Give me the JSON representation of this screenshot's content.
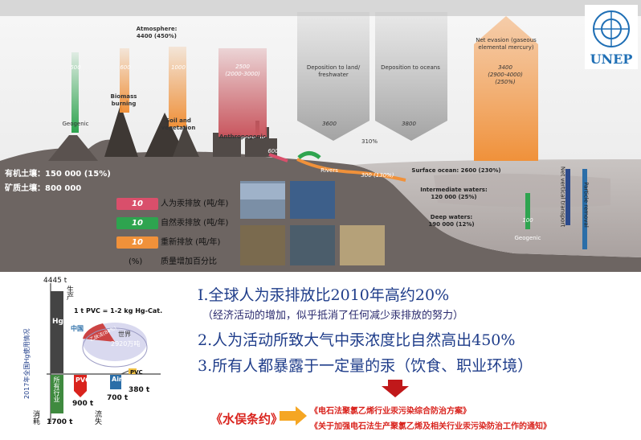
{
  "cycle": {
    "atmosphere": {
      "title": "Atmosphere:",
      "value": "4400 (450%)"
    },
    "emissions": [
      {
        "label": "Geogenic",
        "value": "500",
        "color": "#2ea44f"
      },
      {
        "label": "Biomass burning",
        "value": "600",
        "color": "#f0913a"
      },
      {
        "label": "Soil and vegetation",
        "value": "1000",
        "color": "#f0913a"
      },
      {
        "label": "Anthropogenic",
        "value": "2500",
        "range": "(2000-3000)",
        "color": "#c9565e"
      }
    ],
    "deposition_land": {
      "label": "Deposition to land/ freshwater",
      "value": "3600"
    },
    "deposition_ocean": {
      "label": "Deposition to oceans",
      "value": "3800"
    },
    "deposition_pct": "310%",
    "net_evasion": {
      "label": "Net evasion (gaseous elemental mercury)",
      "value": "3400",
      "range": "(2900-4000)",
      "pct": "(250%)"
    },
    "anthro_to_land": "600",
    "rivers": {
      "label": "Rivers",
      "value": "300 (130%)"
    },
    "surface_ocean": "Surface ocean: 2600 (230%)",
    "intermediate": {
      "title": "Intermediate waters:",
      "value": "120 000 (25%)"
    },
    "deep": {
      "title": "Deep waters:",
      "value": "190 000 (12%)"
    },
    "ocean_geogenic": {
      "label": "Geogenic",
      "value": "100"
    },
    "net_vertical": "Net vertical transport",
    "particle_removal": "Particle removal",
    "organic_soil": "有机土壤：150 000 (15%)",
    "mineral_soil": "矿质土壤：800 000",
    "legend": [
      {
        "num": "10",
        "color": "#d94f6b",
        "text": "人为汞排放 (吨/年)"
      },
      {
        "num": "10",
        "color": "#2ea44f",
        "text": "自然汞排放 (吨/年)"
      },
      {
        "num": "10",
        "color": "#f0913a",
        "text": "重新排放 (吨/年)"
      }
    ],
    "legend_pct": "(%)",
    "legend_pct_text": "质量增加百分比",
    "logo_text": "UNEP"
  },
  "hg_usage": {
    "axis_title": "2017年全国Hg使用情况",
    "production": "生产",
    "consumption": "消耗",
    "outflow": "流失",
    "top_value": "4445 t",
    "hg_label": "Hg",
    "ratio": "1 t PVC = 1-2 kg Hg-Cat.",
    "china": "中国",
    "world": "世界",
    "world_value": "2920万吨",
    "china_slice": "乙炔法(84%)",
    "all_industry": "所有行业",
    "all_value": "1700 t",
    "pvc": "PVC",
    "pvc_value": "900 t",
    "air": "Air",
    "air_value": "700 t",
    "pvc2": "PVC",
    "pvc2_value": "380 t"
  },
  "points": {
    "p1": "I.全球人为汞排放比2010年高约20%",
    "p1_note": "（经济活动的增加，似乎抵消了任何减少汞排放的努力）",
    "p2": "2.人为活动所致大气中汞浓度比自然高出450%",
    "p3": "3.所有人都暴露于一定量的汞（饮食、职业环境）"
  },
  "bottom": {
    "convention": "《水俣条约》",
    "doc1": "《电石法聚氯乙烯行业汞污染综合防治方案》",
    "doc2": "《关于加强电石法生产聚氯乙烯及相关行业汞污染防治工作的通知》"
  }
}
